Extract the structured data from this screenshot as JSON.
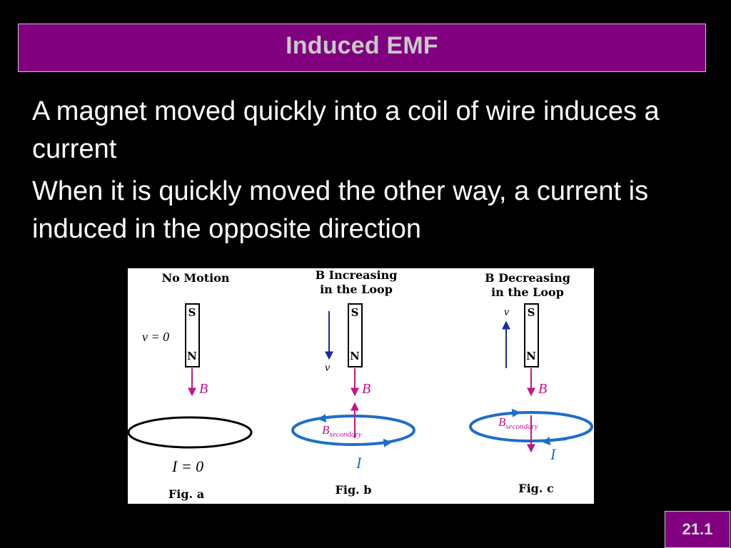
{
  "slide": {
    "title": "Induced EMF",
    "bullets": [
      "A magnet moved quickly into a coil of wire induces a current",
      "When it is quickly moved the other way, a current is induced in the opposite direction"
    ],
    "slide_number": "21.1"
  },
  "figure": {
    "panel_a": {
      "heading": "No Motion",
      "velocity_label": "v = 0",
      "magnet_top": "S",
      "magnet_bottom": "N",
      "field_label": "B",
      "current_label": "I = 0",
      "caption": "Fig. a"
    },
    "panel_b": {
      "heading_line1": "B Increasing",
      "heading_line2": "in the Loop",
      "velocity_label": "v",
      "magnet_top": "S",
      "magnet_bottom": "N",
      "field_label": "B",
      "secondary_label": "B",
      "secondary_sub": "secondary",
      "current_label": "I",
      "caption": "Fig. b"
    },
    "panel_c": {
      "heading_line1": "B  Decreasing",
      "heading_line2": "in the Loop",
      "velocity_label": "v",
      "magnet_top": "S",
      "magnet_bottom": "N",
      "field_label": "B",
      "secondary_label": "B",
      "secondary_sub": "secondary",
      "current_label": "I",
      "caption": "Fig. c"
    },
    "colors": {
      "field_arrow": "#c0168c",
      "loop_blue": "#1e6fc8",
      "velocity_arrow": "#1a2a9a"
    }
  }
}
